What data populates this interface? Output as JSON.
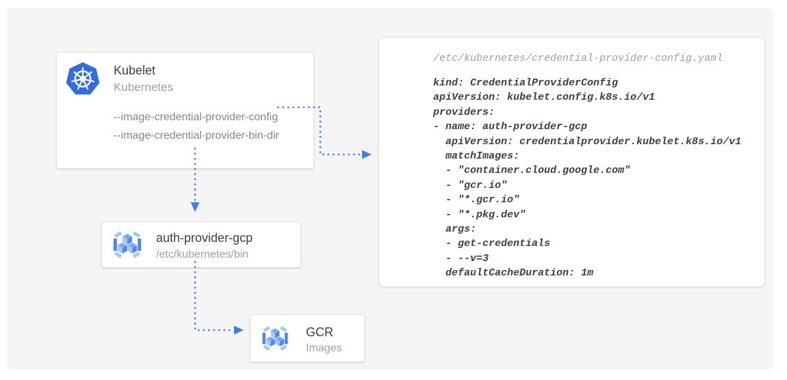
{
  "diagram": {
    "nodes": {
      "kubelet": {
        "title": "Kubelet",
        "subtitle": "Kubernetes",
        "icon": "kubernetes-icon",
        "flags": [
          "--image-credential-provider-config",
          "--image-credential-provider-bin-dir"
        ]
      },
      "auth_provider": {
        "title": "auth-provider-gcp",
        "subtitle": "/etc/kubernetes/bin",
        "icon": "gcr-icon"
      },
      "gcr": {
        "title": "GCR",
        "subtitle": "Images",
        "icon": "gcr-icon"
      }
    },
    "config_file": {
      "path": "/etc/kubernetes/credential-provider-config.yaml",
      "lines": [
        "kind: CredentialProviderConfig",
        "apiVersion: kubelet.config.k8s.io/v1",
        "providers:",
        "- name: auth-provider-gcp",
        "  apiVersion: credentialprovider.kubelet.k8s.io/v1",
        "  matchImages:",
        "  - \"container.cloud.google.com\"",
        "  - \"gcr.io\"",
        "  - \"*.gcr.io\"",
        "  - \"*.pkg.dev\"",
        "  args:",
        "  - get-credentials",
        "  - --v=3",
        "  defaultCacheDuration: 1m"
      ]
    },
    "edges": [
      {
        "from": "kubelet:--image-credential-provider-config",
        "to": "credential-provider-config.yaml",
        "style": "dotted-blue-arrow"
      },
      {
        "from": "kubelet",
        "to": "auth-provider-gcp",
        "style": "dotted-blue-arrow"
      },
      {
        "from": "auth-provider-gcp",
        "to": "gcr-images",
        "style": "dotted-blue-arrow"
      }
    ],
    "colors": {
      "arrow_blue": "#4285f4",
      "arrowhead_blue": "#3d7df0",
      "kubernetes_blue": "#326ce5",
      "canvas_bg": "#f5f5f5",
      "title_text": "#3c4043",
      "subtitle_text": "#9aa0a6",
      "flag_text": "#80868b",
      "yaml_text": "#3c4043",
      "yaml_path_text": "#9aa0a6"
    }
  }
}
